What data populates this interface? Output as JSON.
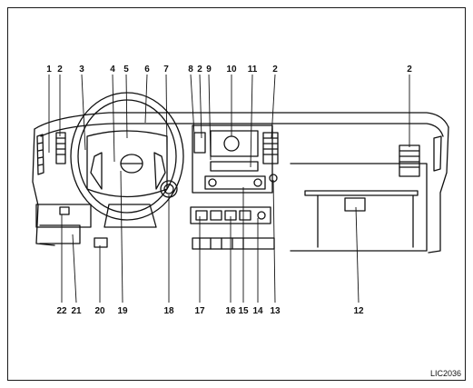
{
  "diagram": {
    "figure_code": "LIC2036",
    "top_callouts": [
      "1",
      "2",
      "3",
      "4",
      "5",
      "6",
      "7",
      "8",
      "2",
      "9",
      "10",
      "11",
      "2",
      "2"
    ],
    "bottom_callouts": [
      "22",
      "21",
      "20",
      "19",
      "18",
      "17",
      "16",
      "15",
      "14",
      "13",
      "12"
    ]
  },
  "colors": {
    "line": "#111111",
    "background": "#ffffff",
    "shade": "#444444"
  }
}
